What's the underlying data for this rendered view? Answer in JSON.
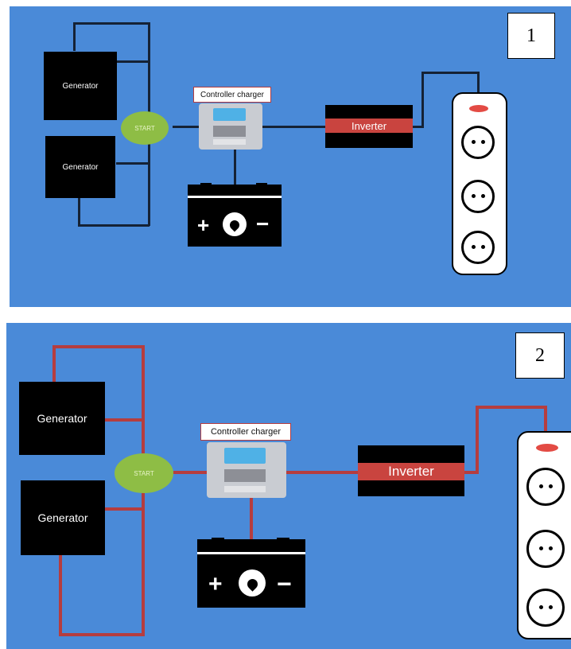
{
  "panels": [
    {
      "number": "1",
      "generator_top": "Generator",
      "generator_bottom": "Generator",
      "start": "START",
      "controller_label": "Controller charger",
      "inverter": "Inverter",
      "wire_color": "#152235"
    },
    {
      "number": "2",
      "generator_top": "Generator",
      "generator_bottom": "Generator",
      "start": "START",
      "controller_label": "Controller charger",
      "inverter": "Inverter",
      "wire_color": "#b53d3f"
    }
  ],
  "battery": {
    "plus": "+",
    "minus": "−"
  },
  "colors": {
    "background": "#4a8ad8",
    "start_node": "#8ebd45",
    "inverter_band": "#c9443f",
    "strip_indicator": "#e34b44"
  }
}
